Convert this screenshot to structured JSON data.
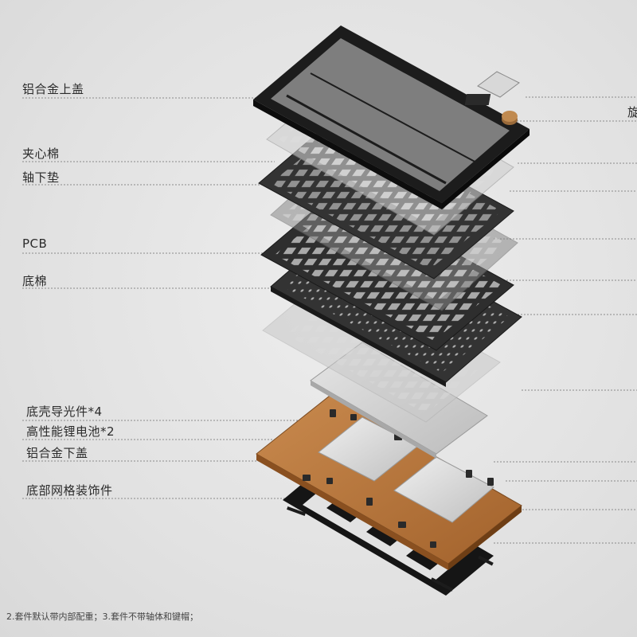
{
  "labels_left": [
    "铝合金上盖",
    "夹心棉",
    "轴下垫",
    "PCB",
    "底棉",
    "底壳导光件*4",
    "高性能锂电池*2",
    "铝合金下盖",
    "底部网格装饰件"
  ],
  "label_right_partial": "旋",
  "footnote": "2.套件默认带内部配重；3.套件不带轴体和键帽；",
  "colors": {
    "frame": "#1c1c1c",
    "plate_dark": "#3a3a3a",
    "plate_silver": "#cfcfcf",
    "bottom_case": "#b8733a",
    "battery": "#d4d4d4",
    "leader_line": "#8a8a8a"
  }
}
